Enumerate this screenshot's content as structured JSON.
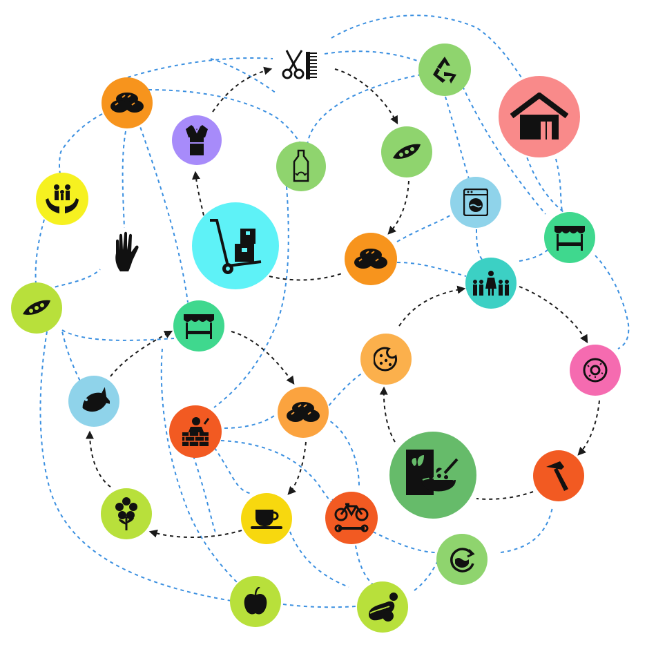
{
  "diagram": {
    "type": "circular-economy-network",
    "colors": {
      "blue_dashed": "#3a8fe0",
      "black_dashed": "#1a1a1a"
    },
    "nodes": [
      {
        "id": "scissors-comb",
        "icon": "scissors-comb-icon",
        "color": "#ffffff"
      },
      {
        "id": "recycle",
        "icon": "recycle-icon",
        "color": "#8fd46e"
      },
      {
        "id": "house",
        "icon": "house-icon",
        "color": "#f98a8a"
      },
      {
        "id": "bread-top",
        "icon": "bread-icon",
        "color": "#f7941d"
      },
      {
        "id": "uniform",
        "icon": "uniform-icon",
        "color": "#a78bfa"
      },
      {
        "id": "bottle",
        "icon": "bottle-recycle-icon",
        "color": "#8fd46e"
      },
      {
        "id": "peas-top",
        "icon": "peas-icon",
        "color": "#8fd46e"
      },
      {
        "id": "family-hands",
        "icon": "family-care-icon",
        "color": "#f6f120"
      },
      {
        "id": "hand",
        "icon": "hand-icon",
        "color": "#ffffff"
      },
      {
        "id": "washing-machine",
        "icon": "washing-machine-icon",
        "color": "#8fd3ea"
      },
      {
        "id": "market-right",
        "icon": "market-stall-icon",
        "color": "#3fd88e"
      },
      {
        "id": "hand-truck",
        "icon": "hand-truck-icon",
        "color": "#5ef2f7"
      },
      {
        "id": "bread-middle",
        "icon": "bread-icon",
        "color": "#f7941d"
      },
      {
        "id": "peas-left",
        "icon": "peas-icon",
        "color": "#b8e03b"
      },
      {
        "id": "teacher-children",
        "icon": "teacher-children-icon",
        "color": "#3cd0c4"
      },
      {
        "id": "market-left",
        "icon": "market-stall-icon",
        "color": "#3fd88e"
      },
      {
        "id": "cookie",
        "icon": "cookie-icon",
        "color": "#fbb04c"
      },
      {
        "id": "donut",
        "icon": "donut-icon",
        "color": "#f56bb0"
      },
      {
        "id": "fish",
        "icon": "fish-icon",
        "color": "#8fd3ea"
      },
      {
        "id": "bread-lower",
        "icon": "bread-icon",
        "color": "#fba33f"
      },
      {
        "id": "bricklayer",
        "icon": "bricklayer-icon",
        "color": "#f25a22"
      },
      {
        "id": "cereal",
        "icon": "cereal-bowl-icon",
        "color": "#66bb6a"
      },
      {
        "id": "hammer",
        "icon": "hammer-icon",
        "color": "#f25a22"
      },
      {
        "id": "flower",
        "icon": "flower-icon",
        "color": "#b8e03b"
      },
      {
        "id": "coffee-cup",
        "icon": "coffee-cup-icon",
        "color": "#f7d80f"
      },
      {
        "id": "bike-repair",
        "icon": "bike-repair-icon",
        "color": "#f25a22"
      },
      {
        "id": "cycle-arrows",
        "icon": "cycle-arrows-icon",
        "color": "#8fd46e"
      },
      {
        "id": "apple",
        "icon": "apple-icon",
        "color": "#b8e03b"
      },
      {
        "id": "vegetables",
        "icon": "vegetables-icon",
        "color": "#b8e03b"
      }
    ]
  }
}
